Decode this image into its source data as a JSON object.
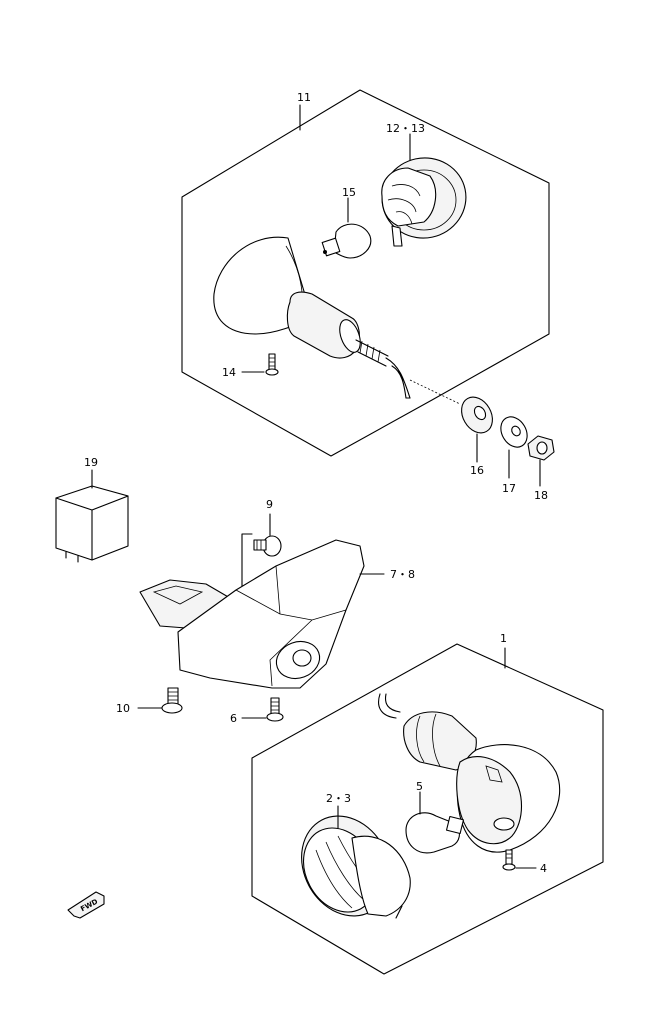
{
  "labels": {
    "p1": "1",
    "p2_3": "2・3",
    "p4": "4",
    "p5": "5",
    "p6": "6",
    "p7_8": "7・8",
    "p9": "9",
    "p10": "10",
    "p11": "11",
    "p12_13": "12・13",
    "p14": "14",
    "p15": "15",
    "p16": "16",
    "p17": "17",
    "p18": "18",
    "p19": "19"
  },
  "fwd": "FWD"
}
